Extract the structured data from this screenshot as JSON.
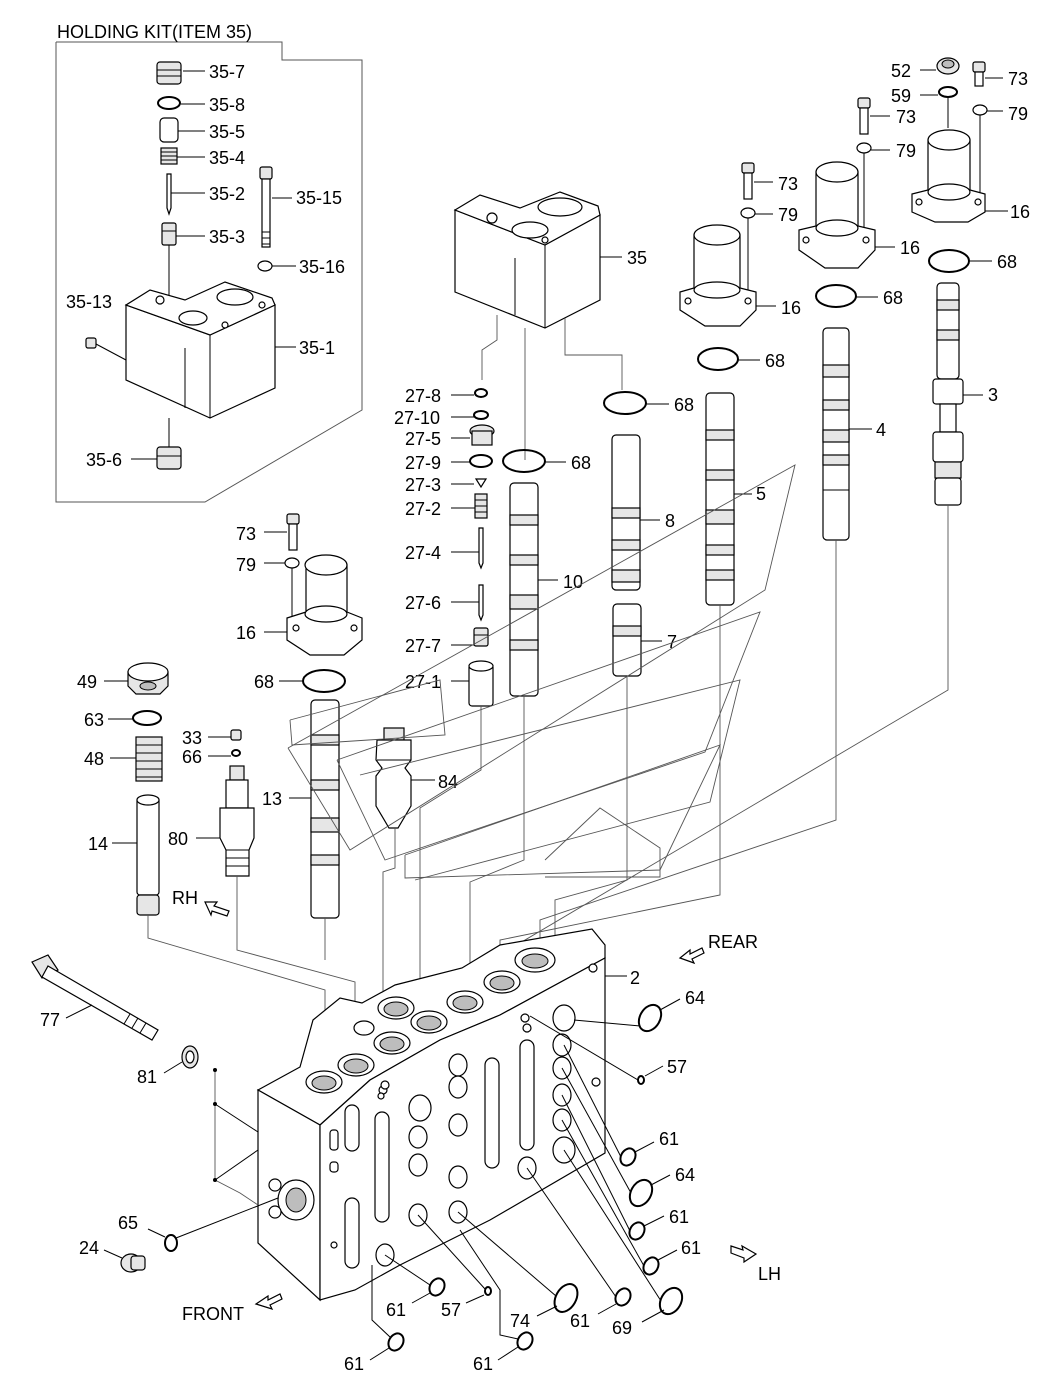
{
  "kit_title": "HOLDING KIT(ITEM 35)",
  "directions": {
    "rear": "REAR",
    "rh": "RH",
    "lh": "LH",
    "front": "FRONT"
  },
  "callouts": {
    "c35_7": "35-7",
    "c35_8": "35-8",
    "c35_5": "35-5",
    "c35_4": "35-4",
    "c35_2": "35-2",
    "c35_15": "35-15",
    "c35_3": "35-3",
    "c35_16": "35-16",
    "c35_13": "35-13",
    "c35_1": "35-1",
    "c35_6": "35-6",
    "c35": "35",
    "c52": "52",
    "c73a": "73",
    "c59": "59",
    "c79a": "79",
    "c73b": "73",
    "c79b": "79",
    "c16a": "16",
    "c73c": "73",
    "c79c": "79",
    "c16b": "16",
    "c68a": "68",
    "c16c": "16",
    "c68b": "68",
    "c68c": "68",
    "c3": "3",
    "c4": "4",
    "c68d": "68",
    "c27_8": "27-8",
    "c27_10": "27-10",
    "c27_5": "27-5",
    "c27_9": "27-9",
    "c27_3": "27-3",
    "c27_2": "27-2",
    "c27_4": "27-4",
    "c27_6": "27-6",
    "c27_7": "27-7",
    "c27_1": "27-1",
    "c68e": "68",
    "c5": "5",
    "c8": "8",
    "c10": "10",
    "c7": "7",
    "c73d": "73",
    "c79d": "79",
    "c16d": "16",
    "c68f": "68",
    "c49": "49",
    "c63": "63",
    "c33": "33",
    "c66": "66",
    "c48": "48",
    "c13": "13",
    "c84": "84",
    "c14": "14",
    "c80": "80",
    "c2": "2",
    "c64a": "64",
    "c57a": "57",
    "c77": "77",
    "c81": "81",
    "c61a": "61",
    "c64b": "64",
    "c61b": "61",
    "c61c": "61",
    "c65": "65",
    "c24": "24",
    "c61d": "61",
    "c57b": "57",
    "c74": "74",
    "c61e": "61",
    "c69": "69",
    "c61f": "61",
    "c61g": "61"
  }
}
